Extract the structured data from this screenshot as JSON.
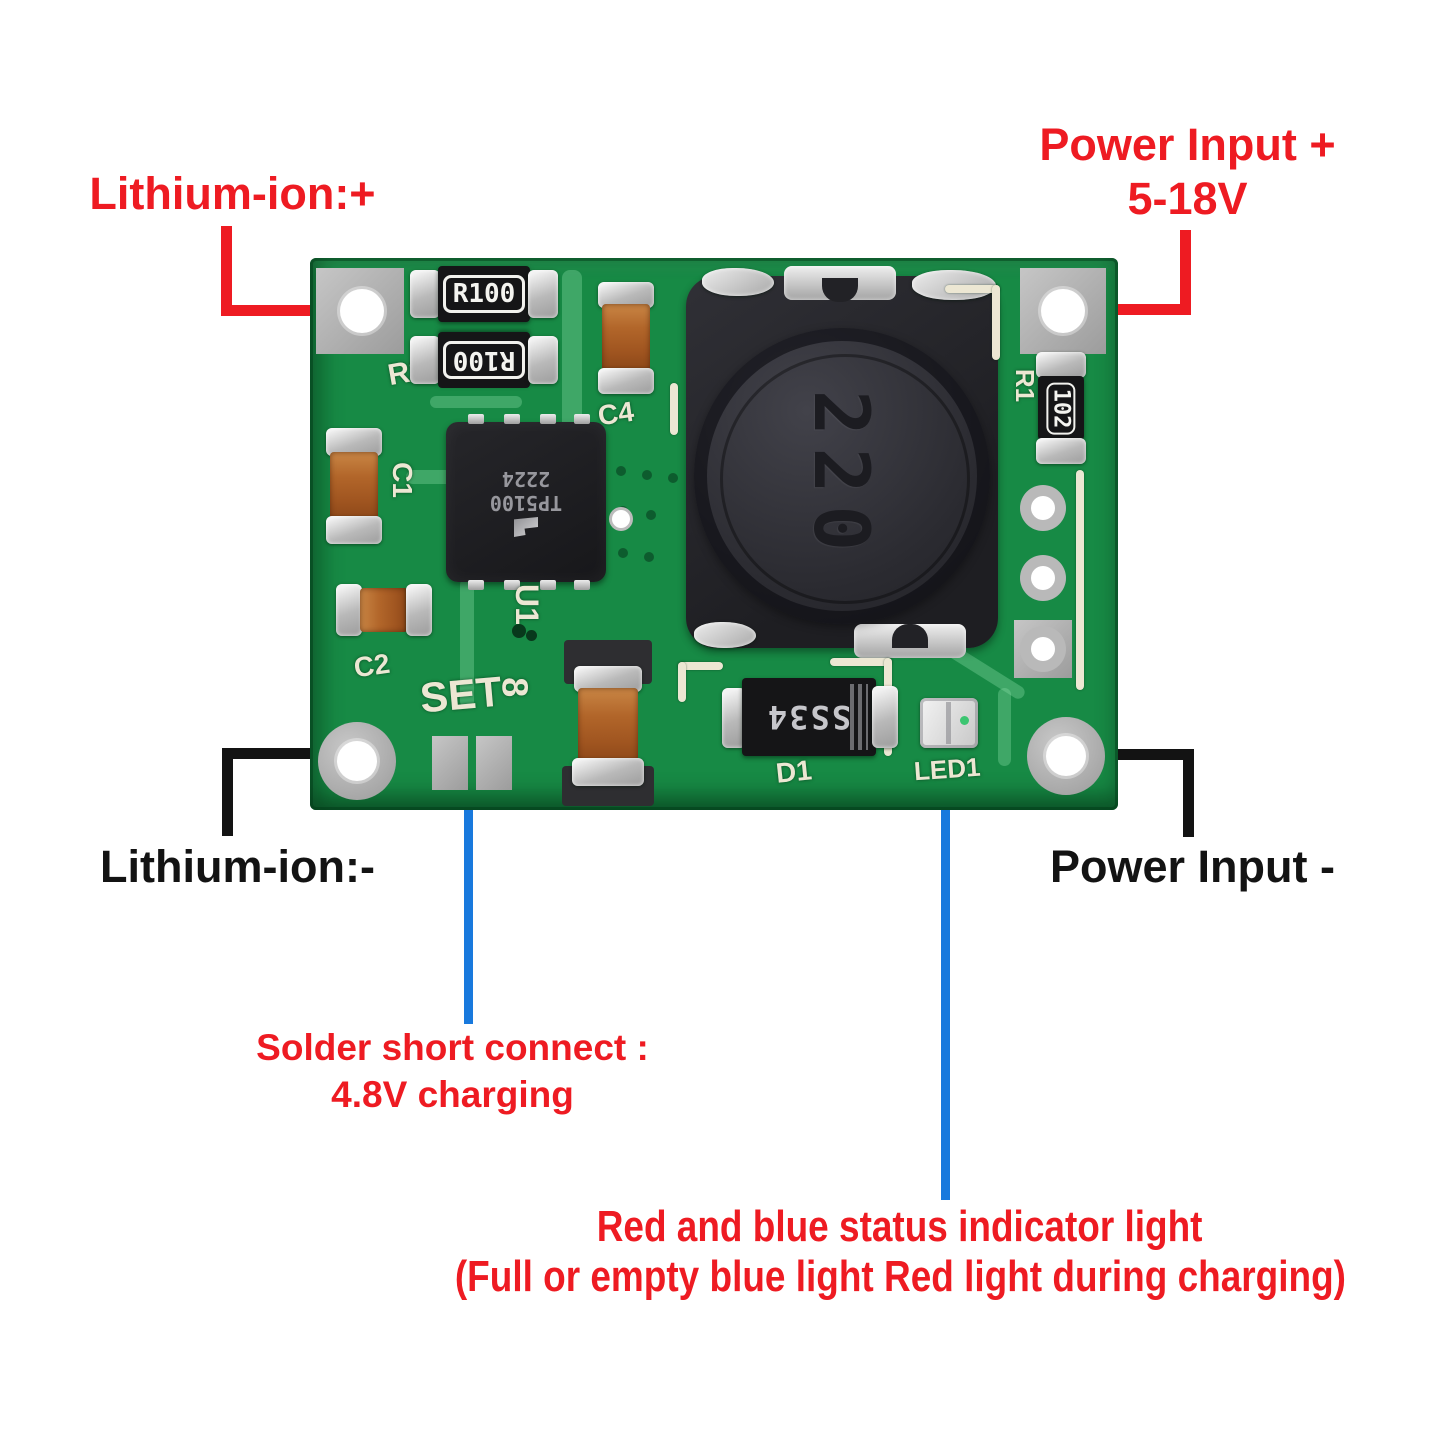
{
  "colors": {
    "annotation_red": "#ee1b22",
    "annotation_black": "#131313",
    "callout_blue": "#1879dd",
    "pcb_green": "#178a45",
    "silkscreen": "#ece7d3",
    "cap_orange": "#b2662a",
    "background": "#ffffff"
  },
  "annotations": {
    "lithium_plus": "Lithium-ion:+",
    "power_plus_line1": "Power Input +",
    "power_plus_line2": "5-18V",
    "lithium_minus": "Lithium-ion:-",
    "power_minus": "Power Input -",
    "solder_line1": "Solder short connect :",
    "solder_line2": "4.8V charging",
    "led_line1": "Red and blue status indicator light",
    "led_line2": "(Full or empty blue light Red light during charging)"
  },
  "pcb": {
    "silkscreen": {
      "r2": "R2",
      "c4": "C4",
      "c1": "C1",
      "c2": "C2",
      "u1": "U1",
      "set": "SET",
      "set_mark": "8",
      "d1": "D1",
      "led1": "LED1",
      "r1": "R1"
    },
    "markings": {
      "resistor_top": "R100",
      "resistor_bottom": "R100",
      "inductor": "220",
      "resistor_right": "102",
      "diode": "SS34",
      "ic_line1": "TP5100",
      "ic_line2": "2224"
    }
  }
}
